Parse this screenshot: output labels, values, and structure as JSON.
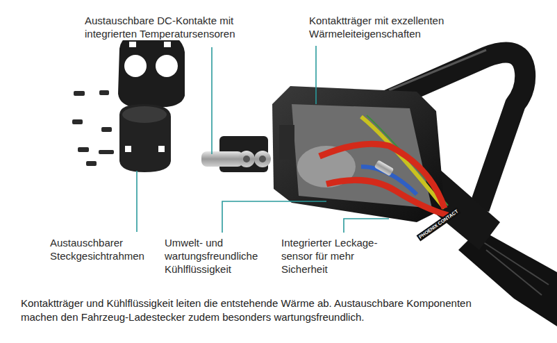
{
  "diagram": {
    "caption": "Kontaktträger und Kühlflüssigkeit leiten die entstehende Wärme ab. Austauschbare Komponenten machen den Fahrzeug-Ladestecker zudem besonders wartungsfreundlich.",
    "labels": [
      "Austauschbare DC-Kontakte mit integrierten Temperatursensoren",
      "Kontaktträger mit exzellenten Wärmeleiteigenschaften",
      "Austauschbarer Steckgesichtrahmen",
      "Umwelt- und wartungsfreundliche Kühlflüssigkeit",
      "Integrierter Leckage- sensor für mehr Sicherheit",
      "PHOENIX CONTACT"
    ]
  }
}
